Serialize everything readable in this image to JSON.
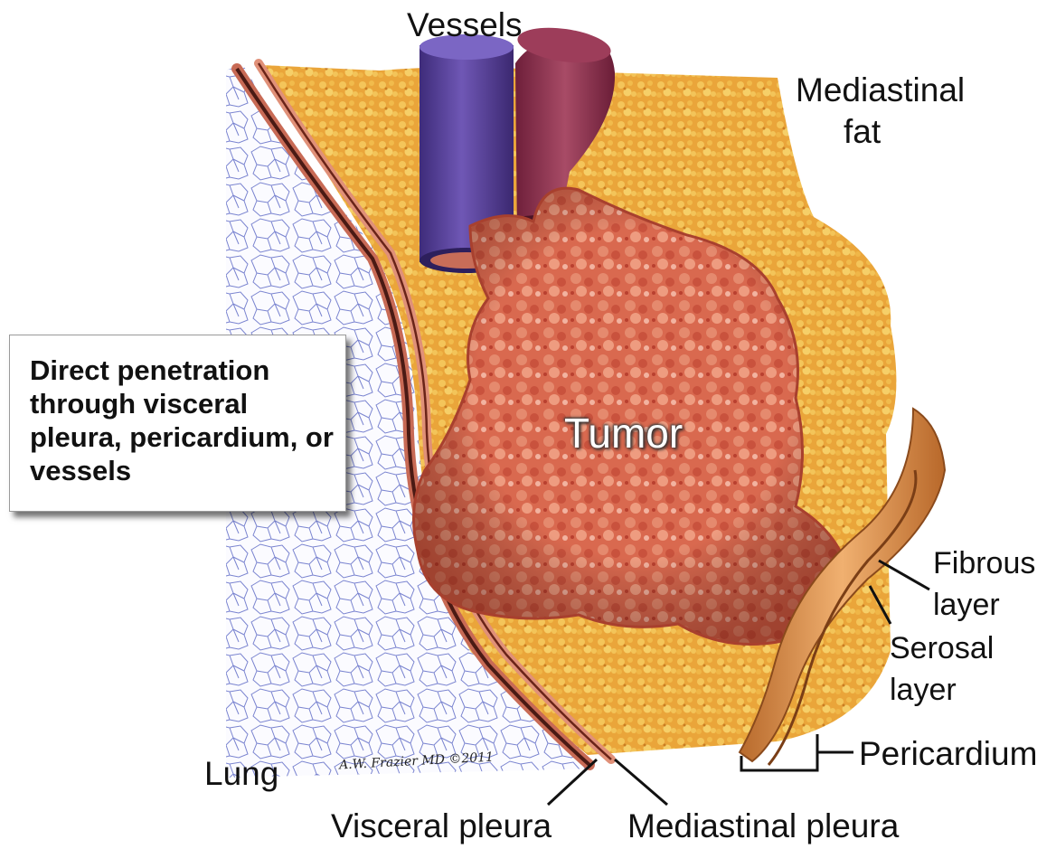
{
  "labels": {
    "vessels": "Vessels",
    "mediastinal_fat_line1": "Mediastinal",
    "mediastinal_fat_line2": "fat",
    "tumor": "Tumor",
    "fibrous_line1": "Fibrous",
    "fibrous_line2": "layer",
    "serosal_line1": "Serosal",
    "serosal_line2": "layer",
    "pericardium": "Pericardium",
    "lung": "Lung",
    "visceral_pleura": "Visceral pleura",
    "mediastinal_pleura": "Mediastinal pleura"
  },
  "callout": {
    "text": "Direct penetration through visceral pleura, pericardium, or vessels"
  },
  "signature": "A.W. Frazier MD ©2011",
  "colors": {
    "fat": "#e8a63a",
    "tumor": "#d9694f",
    "vein": "#5a3f95",
    "artery": "#8e2e4c",
    "pleura": "#d47a62",
    "lung_lines": "#6f78c8",
    "pericardium": "#d99552"
  }
}
